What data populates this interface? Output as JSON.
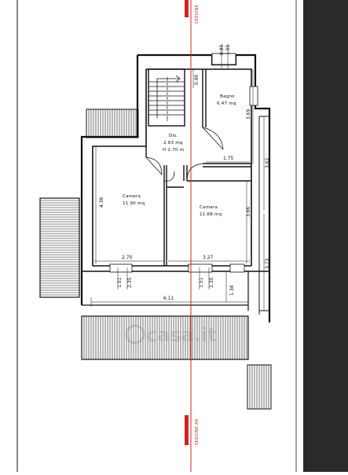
{
  "rooms": [
    {
      "name": "Bagno",
      "area": "6.47 mq"
    },
    {
      "name": "Dis.",
      "area": "2.83 mq",
      "height": "H 2.70 m"
    },
    {
      "name": "Camera",
      "area": "11.90 mq"
    },
    {
      "name": "Camera",
      "area": "11.68 mq"
    }
  ],
  "dimensions": {
    "d085": "0.85",
    "d155": "1.55",
    "d090": "0.90",
    "d369": "3.69",
    "d175": "1.75",
    "d362": "3.62",
    "d438": "4.38",
    "d366": "3.66",
    "d373": "3.73",
    "d270": "2.70",
    "d327": "3.27",
    "d151a": "1.51",
    "d235a": "2.35",
    "d151b": "1.51",
    "d235b": "2.35",
    "d134": "1.34",
    "d611": "6.11"
  },
  "section": {
    "top": "SEZIONE",
    "bottom": "SEZIONE AA"
  },
  "watermark": "casa.it",
  "colors": {
    "section_line": "#d21f1f",
    "frame": "#2a2a2a",
    "walls": "#111111"
  }
}
